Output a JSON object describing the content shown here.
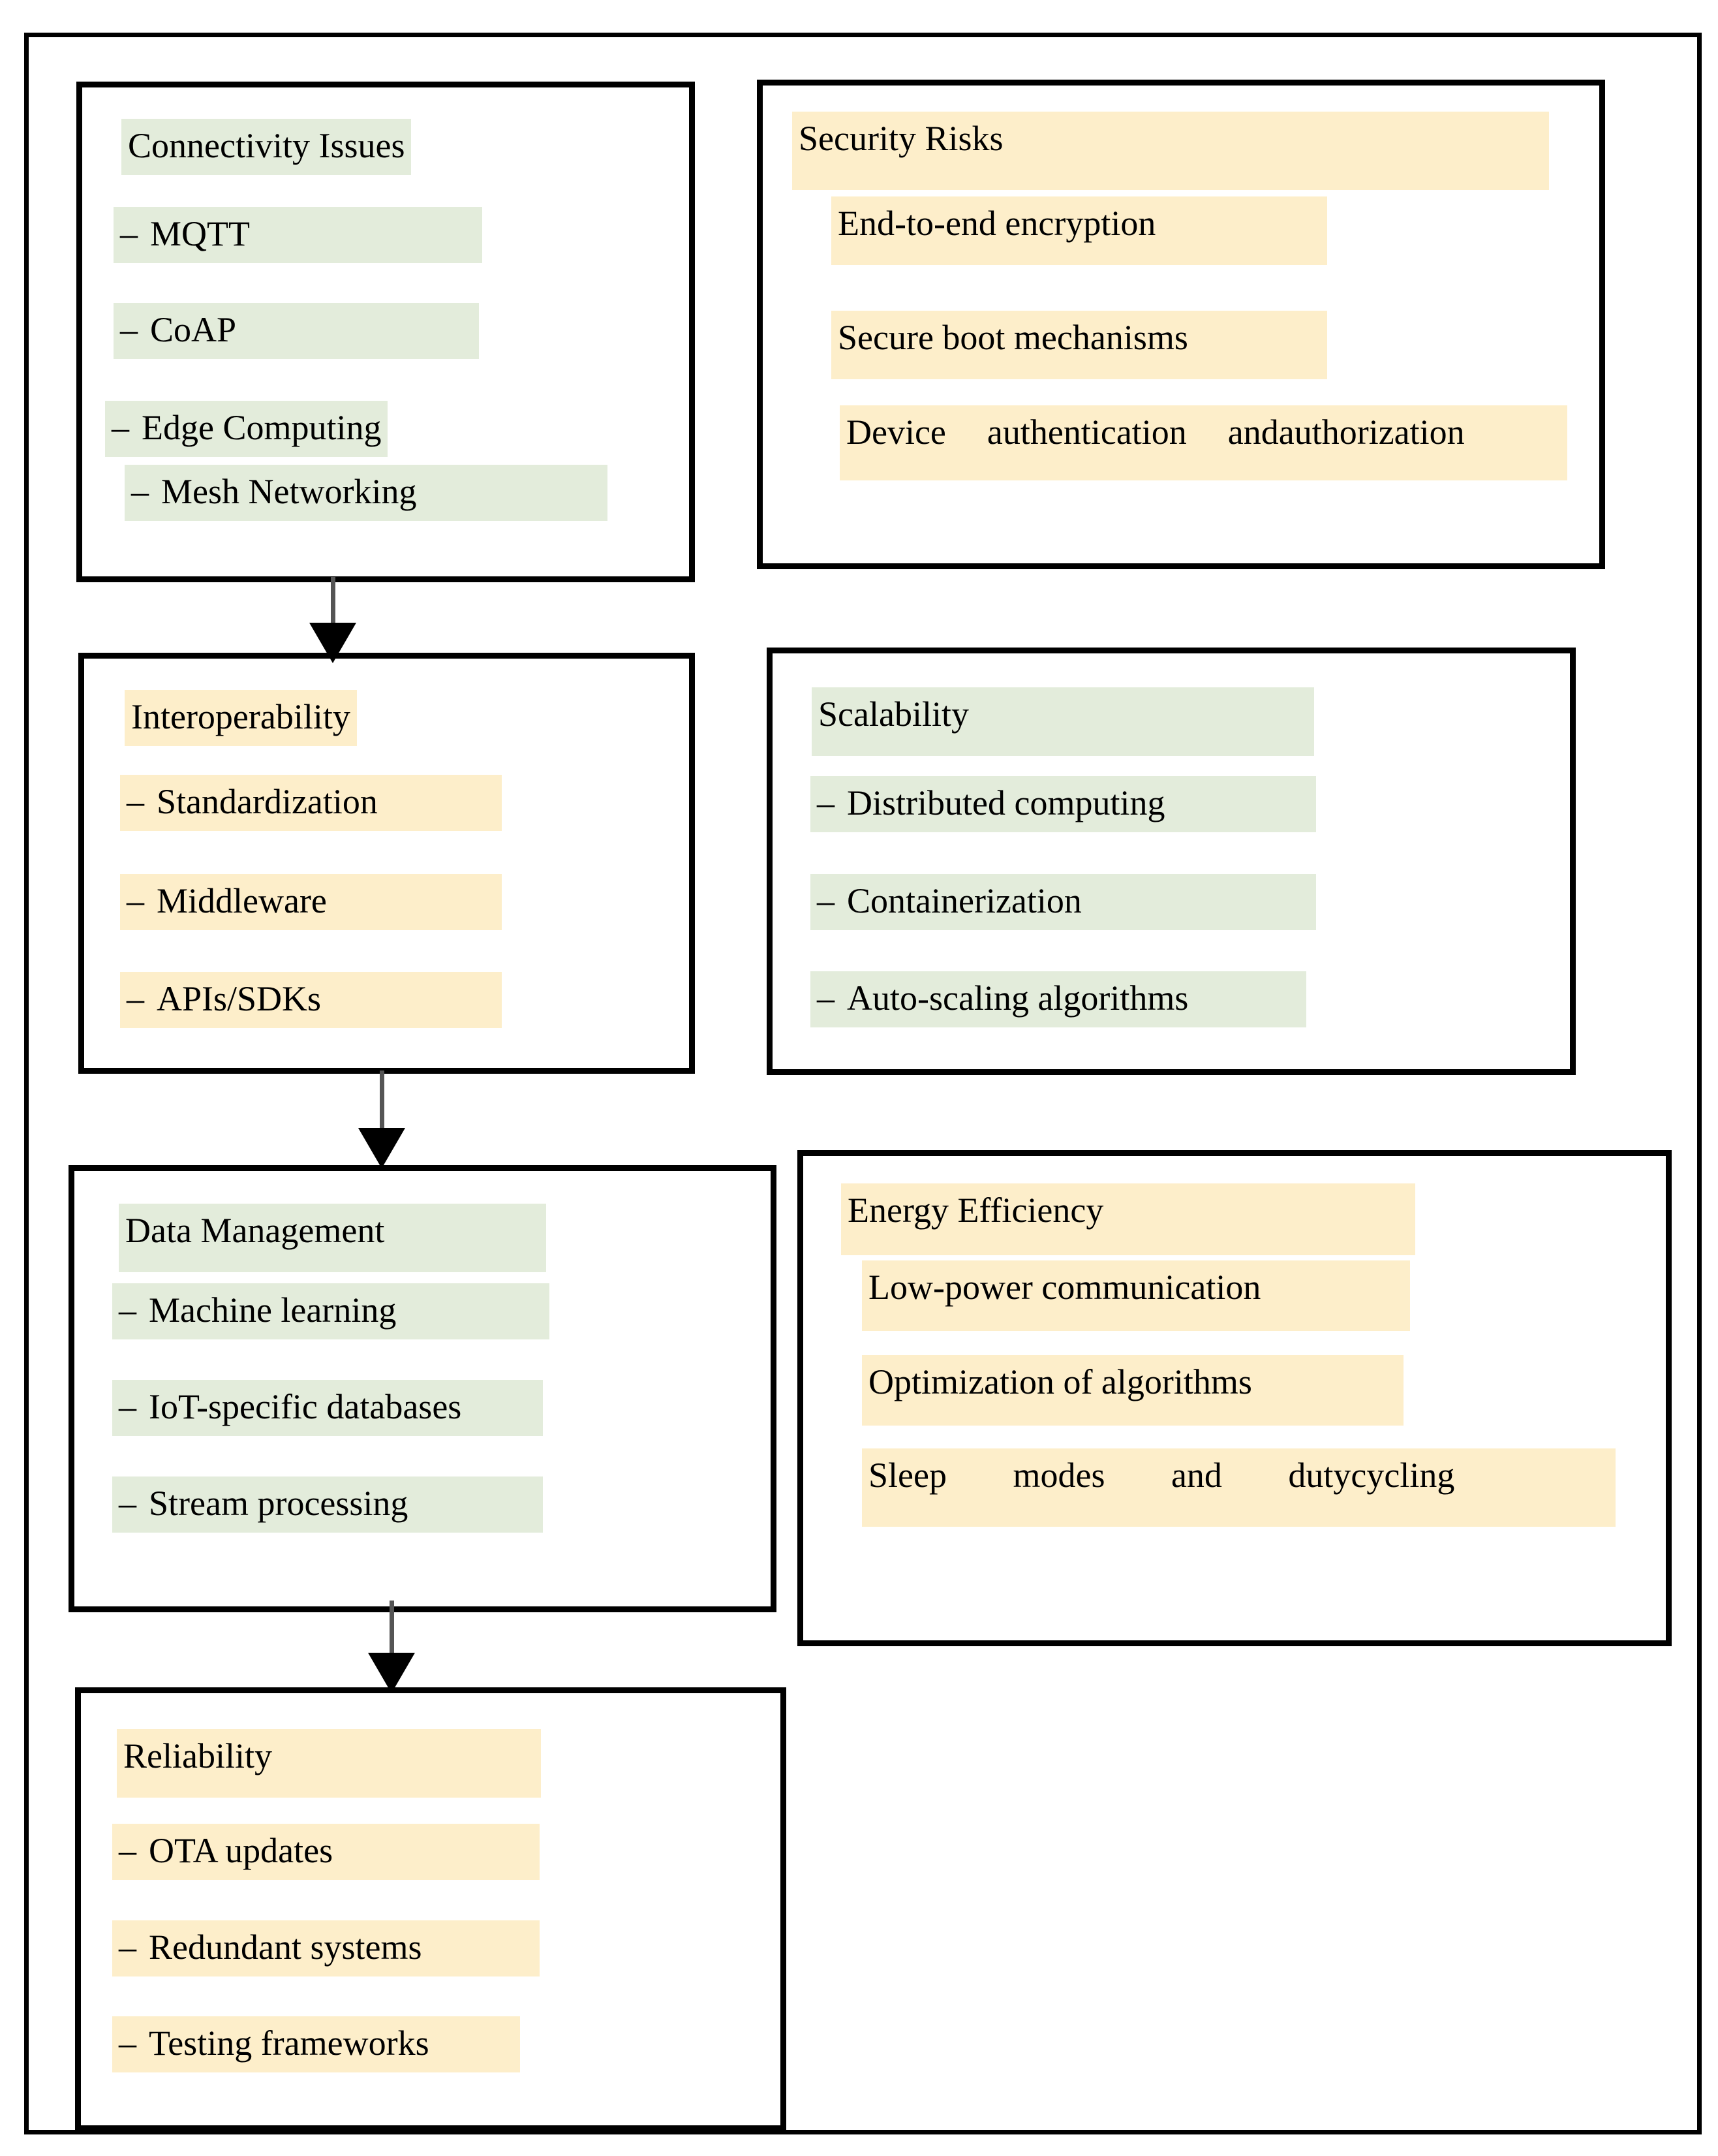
{
  "diagram": {
    "title": "IoT Challenges and Solutions Flow Diagram",
    "colors": {
      "green_highlight": "#e3ecdb",
      "cream_highlight": "#fdeeca",
      "border": "#000000",
      "background": "#ffffff",
      "arrow_shaft": "#555555"
    },
    "bullet_dash": "–"
  },
  "nodes": [
    {
      "id": "connectivity-issues",
      "heading": "Connectivity Issues",
      "heading_style": "green",
      "items": [
        {
          "text": "MQTT",
          "bullet": true,
          "style": "green"
        },
        {
          "text": "CoAP",
          "bullet": true,
          "style": "green"
        },
        {
          "text": "Edge Computing",
          "bullet": true,
          "style": "green"
        },
        {
          "text": "Mesh Networking",
          "bullet": true,
          "style": "green"
        }
      ]
    },
    {
      "id": "security-risks",
      "heading": "Security Risks",
      "heading_style": "cream",
      "items": [
        {
          "text": "End-to-end encryption",
          "bullet": false,
          "style": "cream"
        },
        {
          "text": "Secure boot mechanisms",
          "bullet": false,
          "style": "cream"
        },
        {
          "text": "Device  authentication  andauthorization",
          "bullet": false,
          "style": "cream"
        }
      ]
    },
    {
      "id": "interoperability",
      "heading": "Interoperability",
      "heading_style": "cream",
      "items": [
        {
          "text": "Standardization",
          "bullet": true,
          "style": "cream"
        },
        {
          "text": "Middleware",
          "bullet": true,
          "style": "cream"
        },
        {
          "text": "APIs/SDKs",
          "bullet": true,
          "style": "cream"
        }
      ]
    },
    {
      "id": "scalability",
      "heading": "Scalability",
      "heading_style": "green",
      "items": [
        {
          "text": "Distributed computing",
          "bullet": true,
          "style": "green"
        },
        {
          "text": "Containerization",
          "bullet": true,
          "style": "green"
        },
        {
          "text": "Auto-scaling algorithms",
          "bullet": true,
          "style": "green"
        }
      ]
    },
    {
      "id": "data-management",
      "heading": "Data Management",
      "heading_style": "green",
      "items": [
        {
          "text": "Machine learning",
          "bullet": true,
          "style": "green"
        },
        {
          "text": "IoT-specific databases",
          "bullet": true,
          "style": "green"
        },
        {
          "text": "Stream processing",
          "bullet": true,
          "style": "green"
        }
      ]
    },
    {
      "id": "energy-efficiency",
      "heading": "Energy Efficiency",
      "heading_style": "cream",
      "items": [
        {
          "text": "Low-power communication",
          "bullet": false,
          "style": "cream"
        },
        {
          "text": "Optimization of algorithms",
          "bullet": false,
          "style": "cream"
        },
        {
          "text": "Sleep modes and dutycycling",
          "bullet": false,
          "style": "cream"
        }
      ]
    },
    {
      "id": "reliability",
      "heading": "Reliability",
      "heading_style": "cream",
      "items": [
        {
          "text": "OTA updates",
          "bullet": true,
          "style": "cream"
        },
        {
          "text": "Redundant systems",
          "bullet": true,
          "style": "cream"
        },
        {
          "text": "Testing frameworks",
          "bullet": true,
          "style": "cream"
        }
      ]
    }
  ],
  "connectors": [
    {
      "from": "connectivity-issues",
      "to": "interoperability"
    },
    {
      "from": "interoperability",
      "to": "data-management"
    },
    {
      "from": "data-management",
      "to": "reliability"
    }
  ],
  "text": {
    "n0_heading": "Connectivity Issues",
    "n0_i0": "MQTT",
    "n0_i1": "CoAP",
    "n0_i2": "Edge Computing",
    "n0_i3": "Mesh Networking",
    "n1_heading": "Security Risks",
    "n1_i0": "End-to-end encryption",
    "n1_i1": "Secure boot mechanisms",
    "n1_i2": "Device  authentication  andauthorization",
    "n2_heading": "Interoperability",
    "n2_i0": "Standardization",
    "n2_i1": "Middleware",
    "n2_i2": "APIs/SDKs",
    "n3_heading": "Scalability",
    "n3_i0": "Distributed computing",
    "n3_i1": "Containerization",
    "n3_i2": "Auto-scaling algorithms",
    "n4_heading": "Data Management",
    "n4_i0": "Machine learning",
    "n4_i1": "IoT-specific databases",
    "n4_i2": "Stream processing",
    "n5_heading": "Energy Efficiency",
    "n5_i0": "Low-power communication",
    "n5_i1": "Optimization of algorithms",
    "n5_i2": "Sleep modes and dutycycling",
    "n6_heading": "Reliability",
    "n6_i0": "OTA updates",
    "n6_i1": "Redundant systems",
    "n6_i2": "Testing frameworks",
    "dash": "–"
  }
}
